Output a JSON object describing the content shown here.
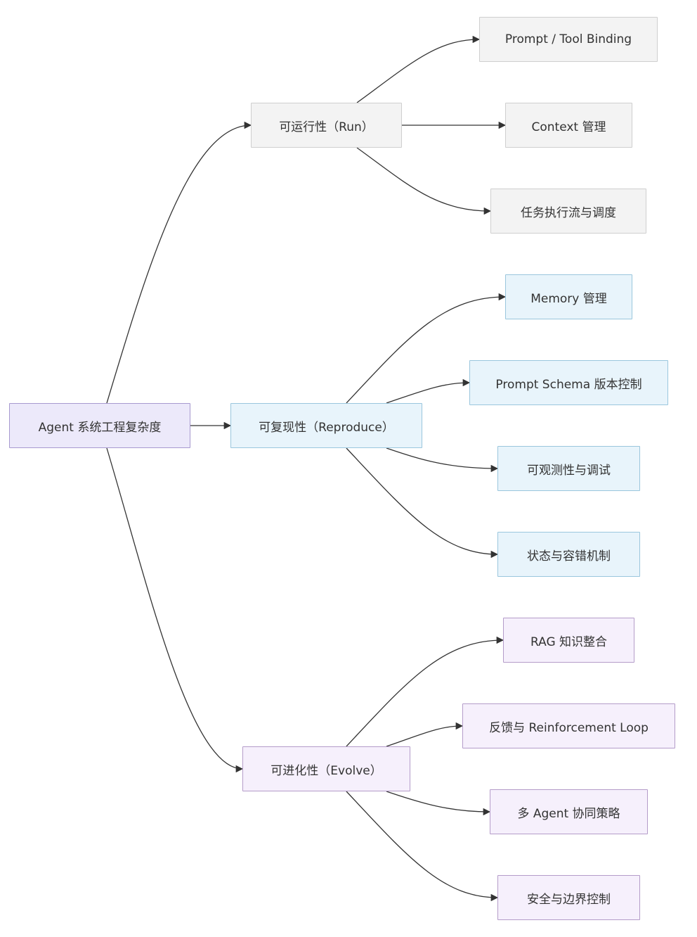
{
  "root": {
    "label": "Agent 系统工程复杂度"
  },
  "branches": [
    {
      "label": "可运行性（Run）",
      "children": [
        "Prompt / Tool Binding",
        "Context 管理",
        "任务执行流与调度"
      ]
    },
    {
      "label": "可复现性（Reproduce）",
      "children": [
        "Memory 管理",
        "Prompt Schema 版本控制",
        "可观测性与调试",
        "状态与容错机制"
      ]
    },
    {
      "label": "可进化性（Evolve）",
      "children": [
        "RAG 知识整合",
        "反馈与 Reinforcement Loop",
        "多 Agent 协同策略",
        "安全与边界控制"
      ]
    }
  ],
  "colors": {
    "edge": "#333333",
    "run_fill": "#f3f3f3",
    "reproduce_fill": "#e8f4fb",
    "evolve_fill": "#f6f0fc",
    "root_fill": "#ece9fa"
  }
}
